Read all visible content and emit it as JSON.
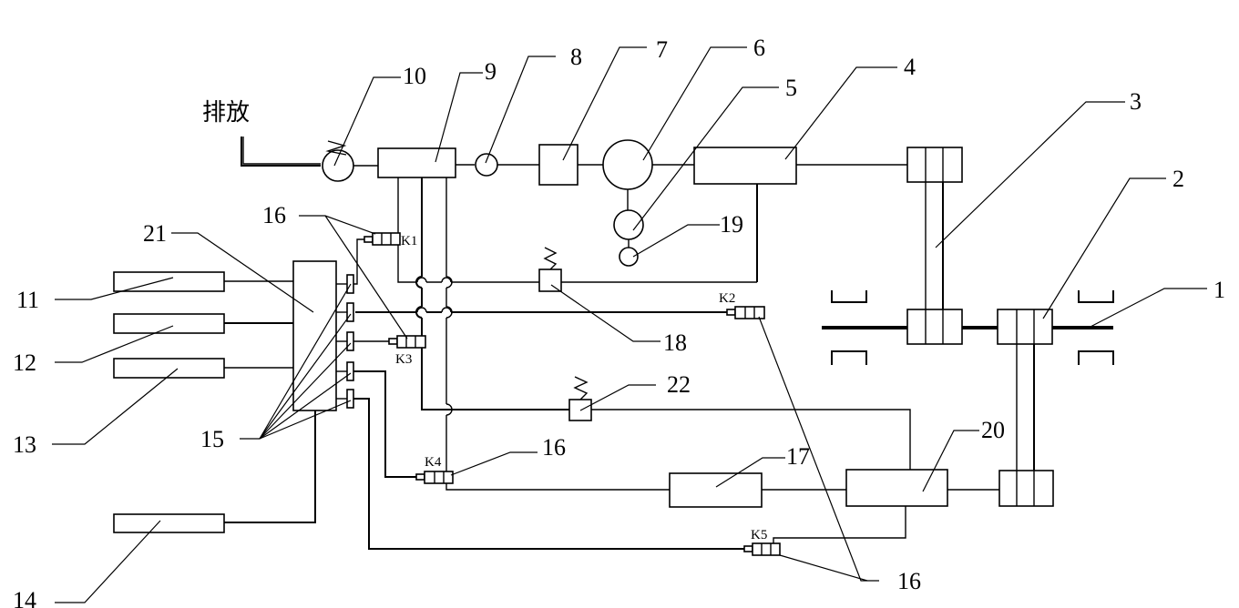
{
  "diagram": {
    "type": "hydraulic/pneumatic system schematic",
    "discharge_label": "排放",
    "component_labels": {
      "c1": "1",
      "c2": "2",
      "c3": "3",
      "c4": "4",
      "c5": "5",
      "c6": "6",
      "c7": "7",
      "c8": "8",
      "c9": "9",
      "c10": "10",
      "c11": "11",
      "c12": "12",
      "c13": "13",
      "c14": "14",
      "c15": "15",
      "c16a": "16",
      "c16b": "16",
      "c16c": "16",
      "c17": "17",
      "c18": "18",
      "c19": "19",
      "c20": "20",
      "c21": "21",
      "c22": "22"
    },
    "valve_labels": {
      "k1": "K1",
      "k2": "K2",
      "k3": "K3",
      "k4": "K4",
      "k5": "K5"
    }
  }
}
